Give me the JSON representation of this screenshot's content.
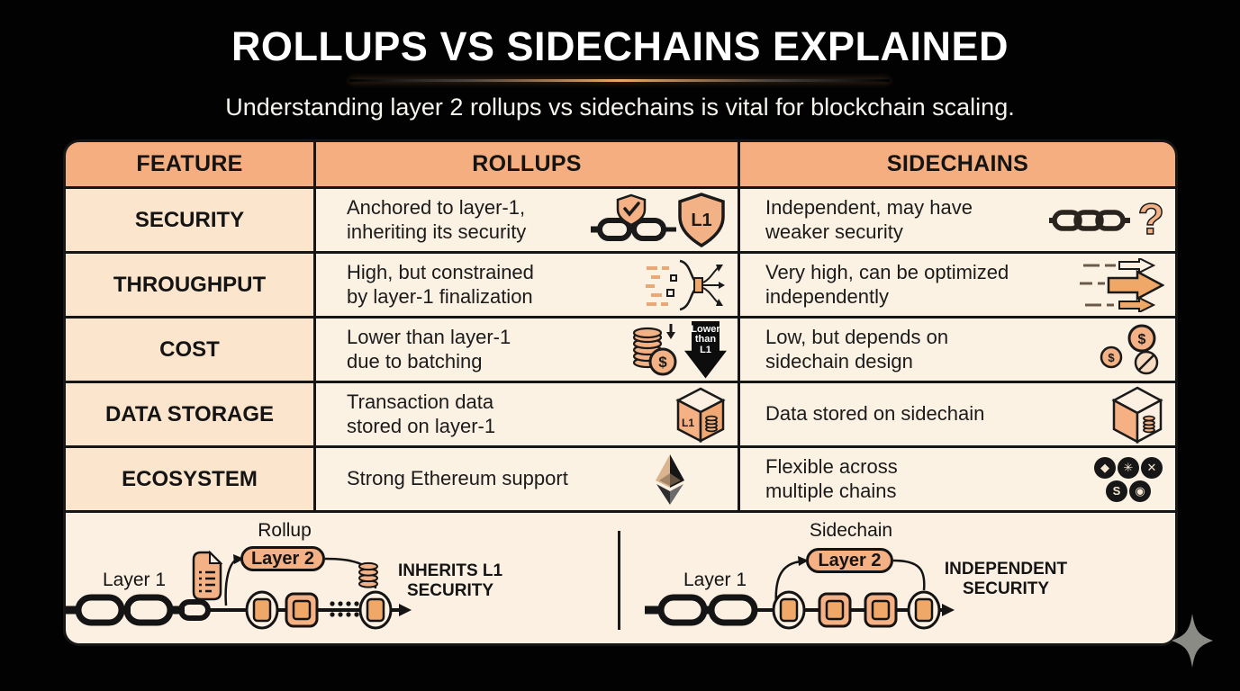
{
  "header": {
    "title": "ROLLUPS VS SIDECHAINS EXPLAINED",
    "subtitle": "Understanding layer 2 rollups vs sidechains is vital for blockchain scaling."
  },
  "table": {
    "headers": [
      "FEATURE",
      "ROLLUPS",
      "SIDECHAINS"
    ],
    "rows": [
      {
        "feature": "SECURITY",
        "rollups_text": "Anchored to layer-1,\ninheriting its security",
        "sidechains_text": "Independent, may have\nweaker security"
      },
      {
        "feature": "THROUGHPUT",
        "rollups_text": "High, but constrained\nby layer-1 finalization",
        "sidechains_text": "Very high, can be optimized\nindependently"
      },
      {
        "feature": "COST",
        "rollups_text": "Lower than layer-1\ndue to batching",
        "sidechains_text": "Low, but depends on\nsidechain design"
      },
      {
        "feature": "DATA STORAGE",
        "rollups_text": "Transaction data\nstored on layer-1",
        "sidechains_text": "Data stored on sidechain"
      },
      {
        "feature": "ECOSYSTEM",
        "rollups_text": "Strong Ethereum support",
        "sidechains_text": "Flexible across\nmultiple chains"
      }
    ]
  },
  "icons": {
    "l1_shield_label": "L1",
    "question_mark": "?",
    "lower_arrow_label": "Lower\nthan\nL1",
    "coin_symbol": "$",
    "cube_l1_label": "L1",
    "chain_logo_glyphs": [
      "◆",
      "✳",
      "✕",
      "S",
      "◉"
    ]
  },
  "diagrams": {
    "rollup": {
      "title": "Rollup",
      "layer1_label": "Layer 1",
      "layer2_label": "Layer 2",
      "caption": "INHERITS L1\nSECURITY"
    },
    "sidechain": {
      "title": "Sidechain",
      "layer1_label": "Layer 1",
      "layer2_label": "Layer 2",
      "caption": "INDEPENDENT\nSECURITY"
    }
  },
  "colors": {
    "background": "#000000",
    "header_orange": "#F4AE7F",
    "feature_peach": "#FBE5CD",
    "cell_cream": "#FCF2E4",
    "panel_cream": "#FBF0E1",
    "accent_orange": "#F0A868",
    "border_black": "#161616",
    "title_white": "#FFFFFF",
    "sparkle_gray": "#8B8B85"
  }
}
